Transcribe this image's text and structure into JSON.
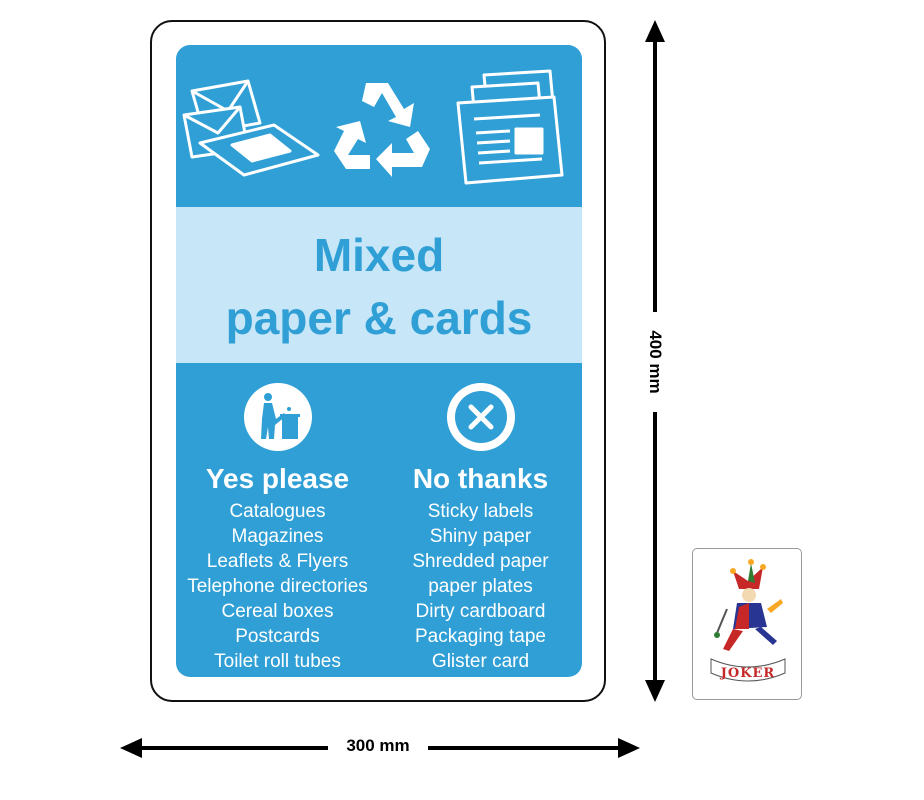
{
  "sign": {
    "title_line1": "Mixed",
    "title_line2": "paper & cards",
    "yes": {
      "heading": "Yes please",
      "icon": "bin-icon",
      "items": [
        "Catalogues",
        "Magazines",
        "Leaflets & Flyers",
        "Telephone directories",
        "Cereal boxes",
        "Postcards",
        "Toilet roll tubes"
      ]
    },
    "no": {
      "heading": "No thanks",
      "icon": "x-icon",
      "items": [
        "Sticky labels",
        "Shiny paper",
        "Shredded paper",
        "paper plates",
        "Dirty cardboard",
        "Packaging tape",
        "Glister card"
      ]
    },
    "top_icons": [
      "envelopes-icon",
      "recycle-icon",
      "newspaper-icon"
    ],
    "colors": {
      "blue": "#2f9fd6",
      "light_blue": "#c7e6f7",
      "white": "#ffffff"
    }
  },
  "dimensions": {
    "height_label": "400 mm",
    "width_label": "300 mm"
  },
  "card": {
    "label": "JOKER",
    "icon": "joker-icon"
  }
}
